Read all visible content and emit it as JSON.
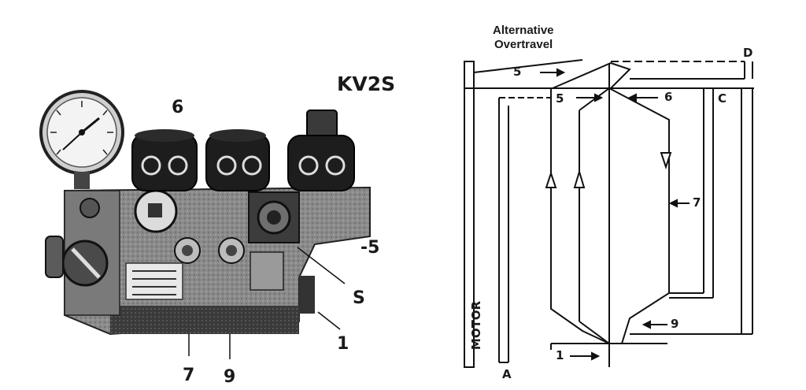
{
  "photo": {
    "model": "KV2S",
    "callouts": {
      "c6": "6",
      "c5a": "-5",
      "c5b": "S",
      "c1": "1",
      "c7": "7",
      "c9": "9"
    }
  },
  "diagram": {
    "heading_line1": "Alternative",
    "heading_line2": "Overtravel",
    "labels": {
      "A": "A",
      "C": "C",
      "D": "D",
      "motor": "MOTOR",
      "top5": "5",
      "inner5": "5",
      "six": "6",
      "seven": "7",
      "nine": "9",
      "one": "1"
    }
  }
}
